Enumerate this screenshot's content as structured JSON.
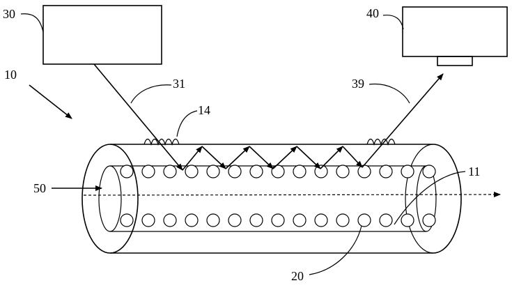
{
  "labels": {
    "device": "10",
    "tube": "11",
    "bumps": "14",
    "particles": "20",
    "light_source": "30",
    "incident_beam": "31",
    "exit_beam": "39",
    "detector": "40",
    "flow": "50"
  },
  "colors": {
    "line": "#000000",
    "background": "#ffffff"
  }
}
